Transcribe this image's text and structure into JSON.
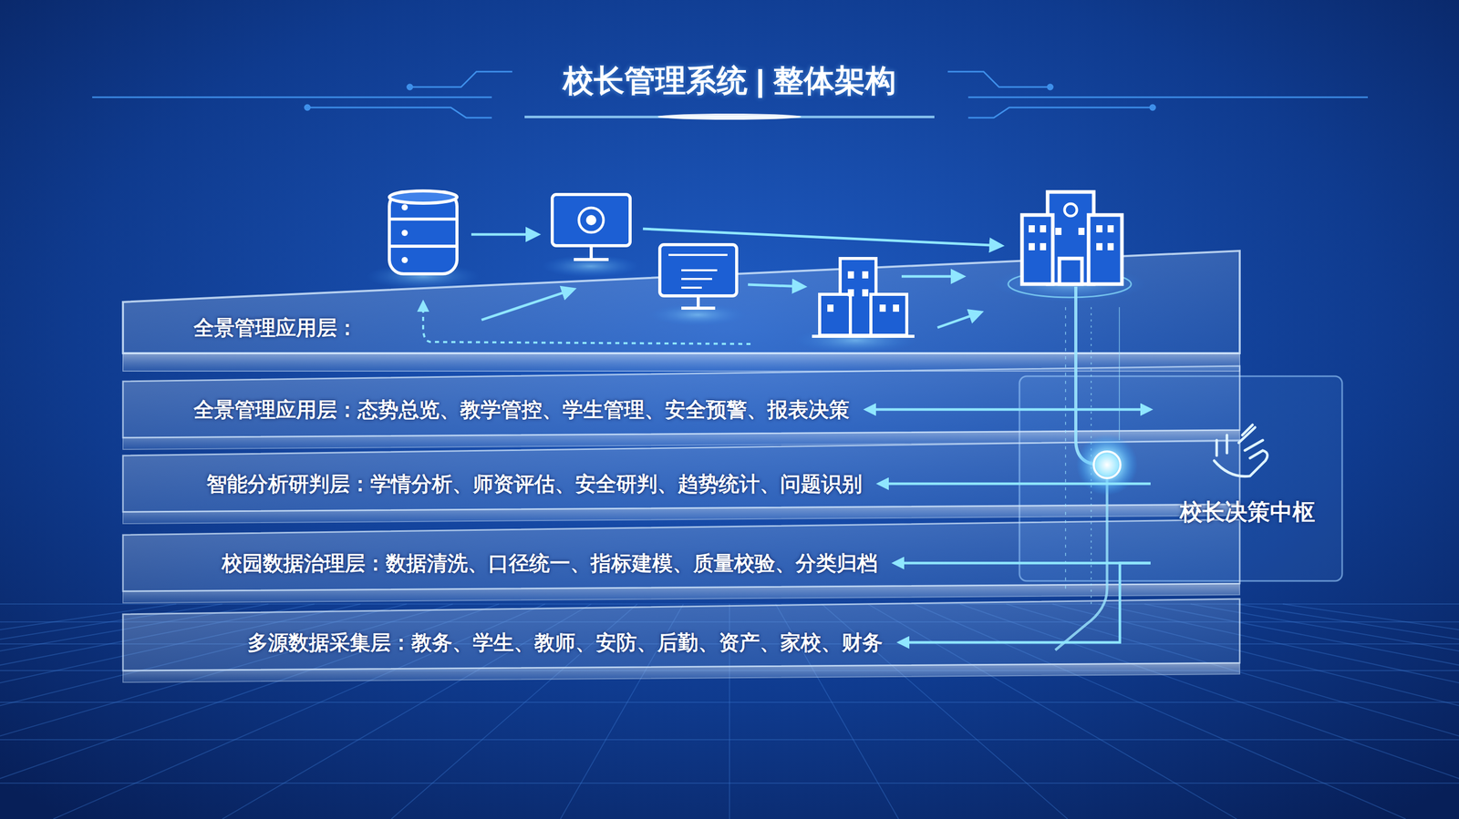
{
  "diagram": {
    "title": "校长管理系统 | 整体架构",
    "nodes": [
      {
        "text": [
          "全景管理应用层："
        ]
      },
      {
        "text": [
          "全景管理应用层：态势总览、教学管控、学生管理、安全预警、报表决策"
        ]
      },
      {
        "text": [
          "智能分析研判层：学情分析、师资评估、安全研判、趋势统计、问题识别"
        ]
      },
      {
        "text": [
          "校园数据治理层：数据清洗、口径统一、指标建模、质量校验、分类归档"
        ]
      },
      {
        "text": [
          "多源数据采集层：教务、学生、教师、安防、后勤、资产、家校、财务"
        ]
      },
      {
        "text": [
          "校长决策中枢"
        ]
      }
    ],
    "edges": [
      {
        "from": 5,
        "to": 1,
        "arrow": "both"
      },
      {
        "from": 5,
        "to": 2,
        "arrow": "to"
      },
      {
        "from": 5,
        "to": 3,
        "arrow": "to"
      },
      {
        "from": 5,
        "to": 4,
        "arrow": "to"
      }
    ]
  }
}
